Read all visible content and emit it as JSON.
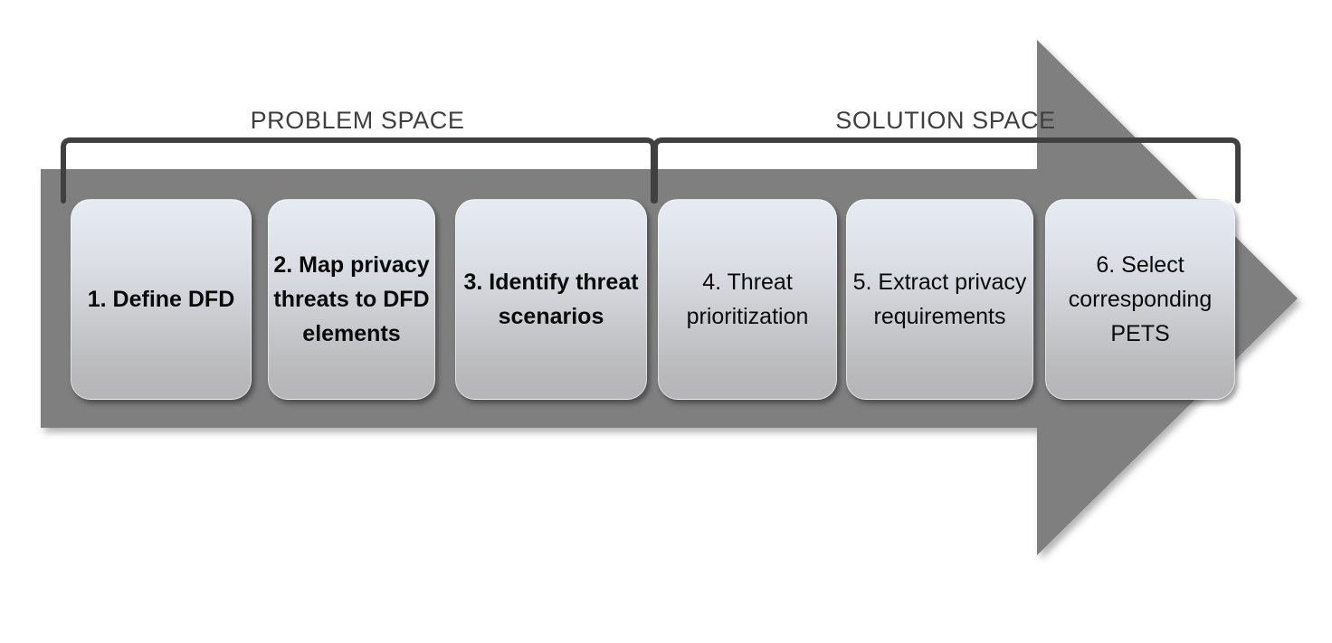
{
  "diagram": {
    "title": "Privacy threat modeling process",
    "background_color": "#ffffff",
    "arrow_color": "#7f7f7f",
    "bracket_color": "#404040",
    "label_color": "#3f3f3f",
    "box_gradient_top": "#e6eaf2",
    "box_gradient_bottom": "#b5b5b7",
    "box_text_color": "#0a0a0a"
  },
  "phases": [
    {
      "label": "PROBLEM SPACE",
      "covers_steps": [
        1,
        2,
        3
      ]
    },
    {
      "label": "SOLUTION SPACE",
      "covers_steps": [
        4,
        5,
        6
      ]
    }
  ],
  "steps": [
    {
      "number": "1",
      "text": "1. Define DFD",
      "bold": true
    },
    {
      "number": "2",
      "text": "2. Map privacy threats to DFD elements",
      "bold": true
    },
    {
      "number": "3",
      "text": "3. Identify threat scenarios",
      "bold": true
    },
    {
      "number": "4",
      "text": "4. Threat prioritization",
      "bold": false
    },
    {
      "number": "5",
      "text": "5. Extract privacy requirements",
      "bold": false
    },
    {
      "number": "6",
      "text": "6. Select corresponding PETS",
      "bold": false
    }
  ]
}
